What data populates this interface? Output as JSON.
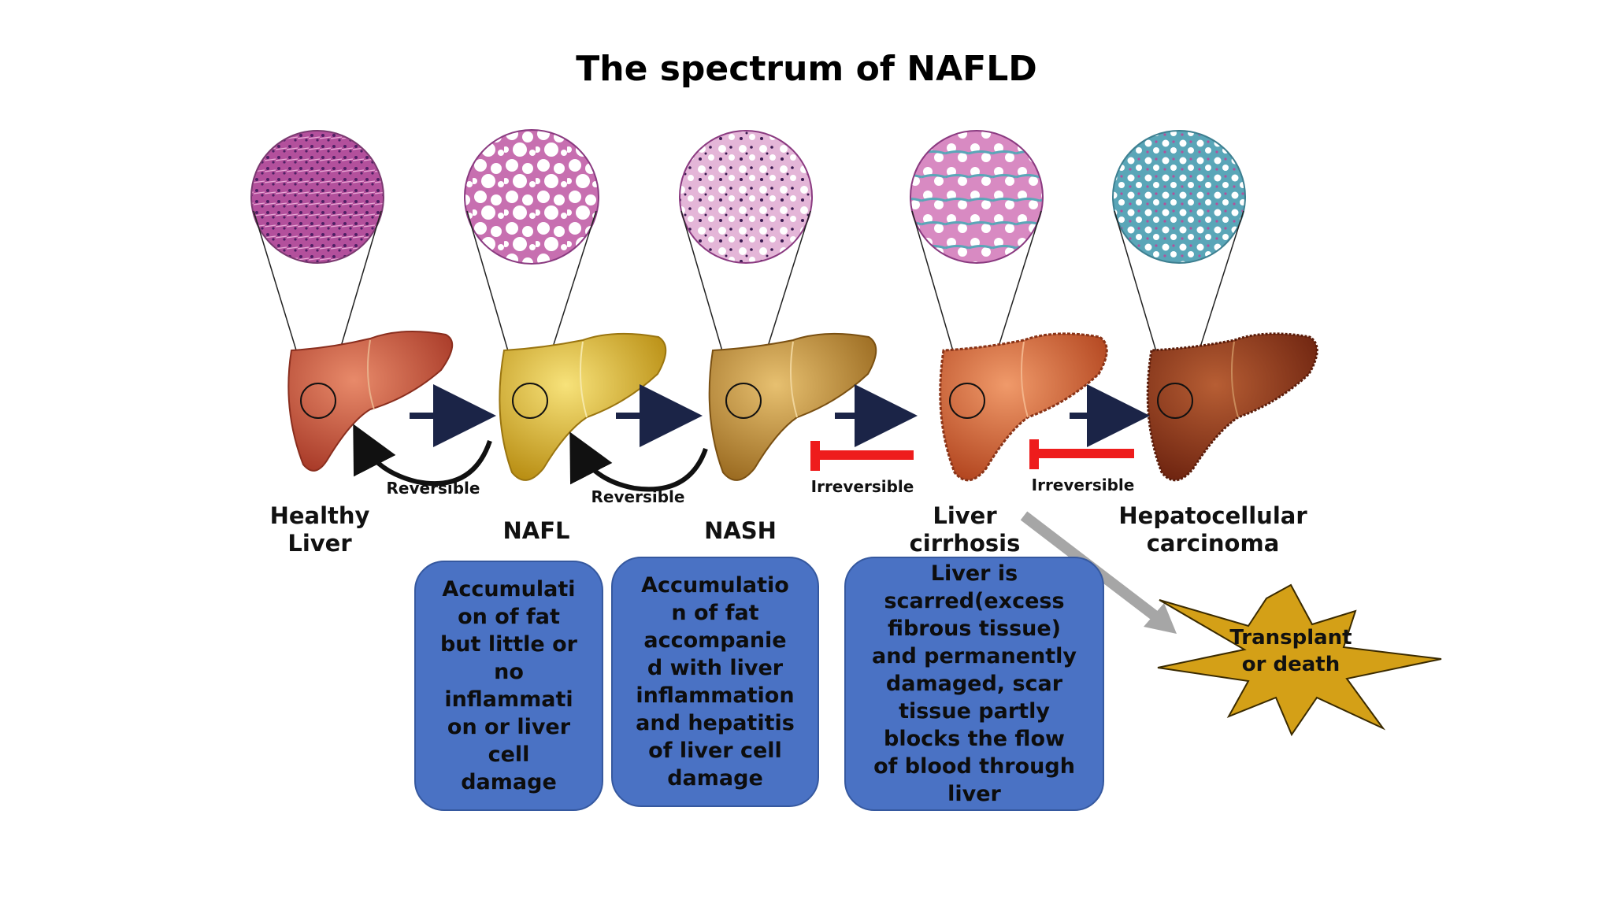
{
  "title": "The spectrum of NAFLD",
  "stages": [
    {
      "id": "healthy",
      "label": "Healthy\nLiver"
    },
    {
      "id": "nafl",
      "label": "NAFL"
    },
    {
      "id": "nash",
      "label": "NASH"
    },
    {
      "id": "cirrhosis",
      "label": "Liver\ncirrhosis"
    },
    {
      "id": "hcc",
      "label": "Hepatocellular\ncarcinoma"
    }
  ],
  "transitions": {
    "reversible_1": "Reversible",
    "reversible_2": "Reversible",
    "irreversible_1": "Irreversible",
    "irreversible_2": "Irreversible"
  },
  "descriptions": {
    "nafl": "Accumulati\non of fat\nbut little or\nno\ninflammati\non or liver\ncell\ndamage",
    "nash": "Accumulatio\nn of fat\naccompanie\nd with liver\ninflammation\nand hepatitis\nof liver cell\ndamage",
    "cirrhosis": "Liver is\nscarred(excess\nfibrous tissue)\nand permanently\ndamaged, scar\ntissue partly\nblocks the flow\nof blood through\nliver"
  },
  "outcome": "Transplant\nor death",
  "colors": {
    "box_fill": "#4a72c4",
    "irreversible_bar": "#ee1c1c",
    "arrow_navy": "#1b2447",
    "burst_fill": "#d4a017",
    "healthy_liver": "#c8553a",
    "nafl_liver": "#e3b82a",
    "nash_liver": "#c99a3a",
    "cirrhosis_liver": "#d96a3a",
    "hcc_liver": "#8f3a1c",
    "histology_pink": "#c76fb0",
    "histology_fibrosis": "#5aa6b8"
  }
}
